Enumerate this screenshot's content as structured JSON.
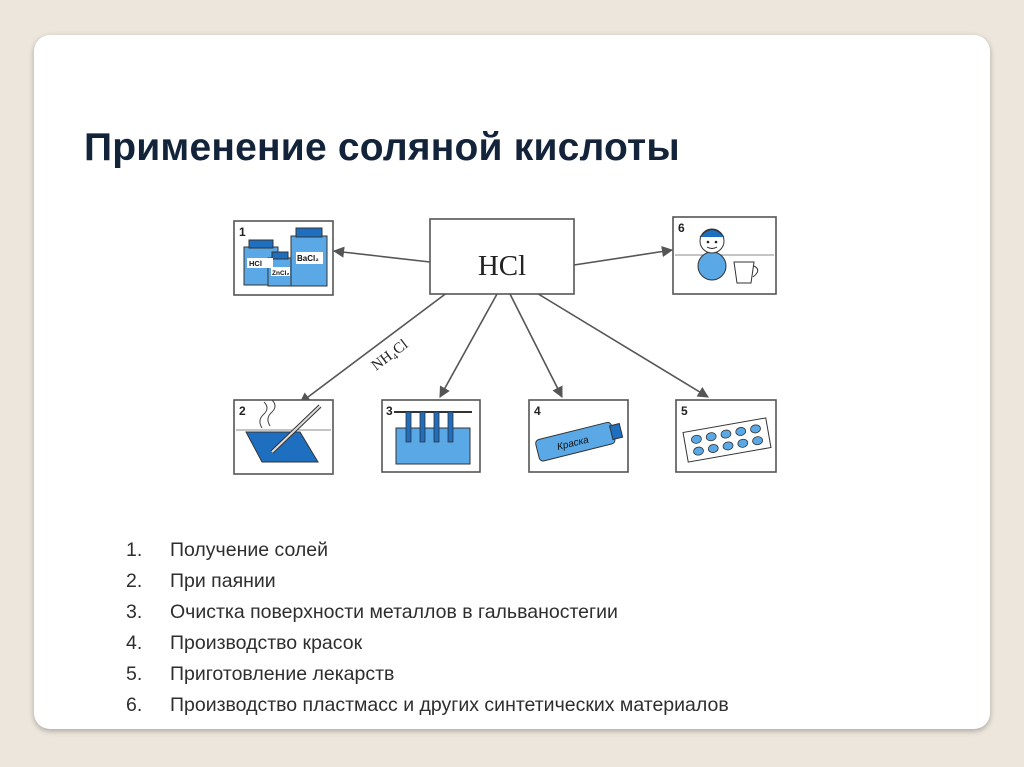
{
  "title": "Применение соляной кислоты",
  "diagram": {
    "center": "HCl",
    "arrow_label": "NH₄Cl",
    "boxes": [
      {
        "number": "1",
        "icon": "reagent-bottles-icon",
        "bottle_labels": [
          "HCl",
          "ZnCl₂",
          "BaCl₂"
        ]
      },
      {
        "number": "2",
        "icon": "soldering-icon"
      },
      {
        "number": "3",
        "icon": "galvanic-bath-icon"
      },
      {
        "number": "4",
        "icon": "paint-tube-icon",
        "tube_label": "Краска"
      },
      {
        "number": "5",
        "icon": "pill-blister-icon"
      },
      {
        "number": "6",
        "icon": "toy-doll-icon"
      }
    ],
    "colors": {
      "line": "#555555",
      "liquid": "#5aa9e6",
      "liquid_dark": "#1f6fc0"
    }
  },
  "uses": [
    {
      "num": "1.",
      "text": "Получение солей"
    },
    {
      "num": "2.",
      "text": "При паянии"
    },
    {
      "num": "3.",
      "text": "Очистка поверхности металлов в гальваностегии"
    },
    {
      "num": "4.",
      "text": "Производство красок"
    },
    {
      "num": "5.",
      "text": "Приготовление лекарств"
    },
    {
      "num": "6.",
      "text": "Производство пластмасс и других синтетических материалов"
    }
  ]
}
